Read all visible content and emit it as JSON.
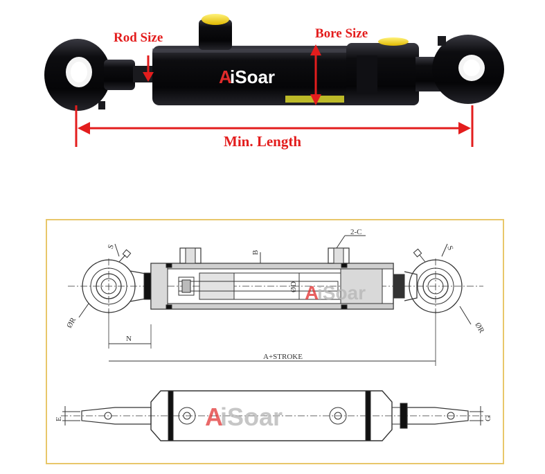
{
  "photo": {
    "brand_logo": {
      "mark": "A",
      "rest": "iSoar"
    },
    "callouts": {
      "rod_size": "Rod Size",
      "bore_size": "Bore Size",
      "min_length": "Min. Length"
    },
    "colors": {
      "annotation": "#e31d1d",
      "body": "#0b0b0e",
      "port_cap": "#f2cf12"
    }
  },
  "drawing": {
    "section_labels": {
      "s_left": "S",
      "s_right": "S",
      "b": "B",
      "two_c": "2-C",
      "d": "ØD",
      "r_left": "ØR",
      "r_right": "ØR",
      "n": "N",
      "a_stroke": "A+STROKE",
      "e": "E",
      "g": "G"
    },
    "watermark_logo": {
      "mark": "A",
      "rest": "iSoar"
    },
    "colors": {
      "frame": "#e8c76a",
      "line": "#333333",
      "logo_mark": "#e12b2b",
      "logo_text": "#b8b8b8"
    }
  }
}
